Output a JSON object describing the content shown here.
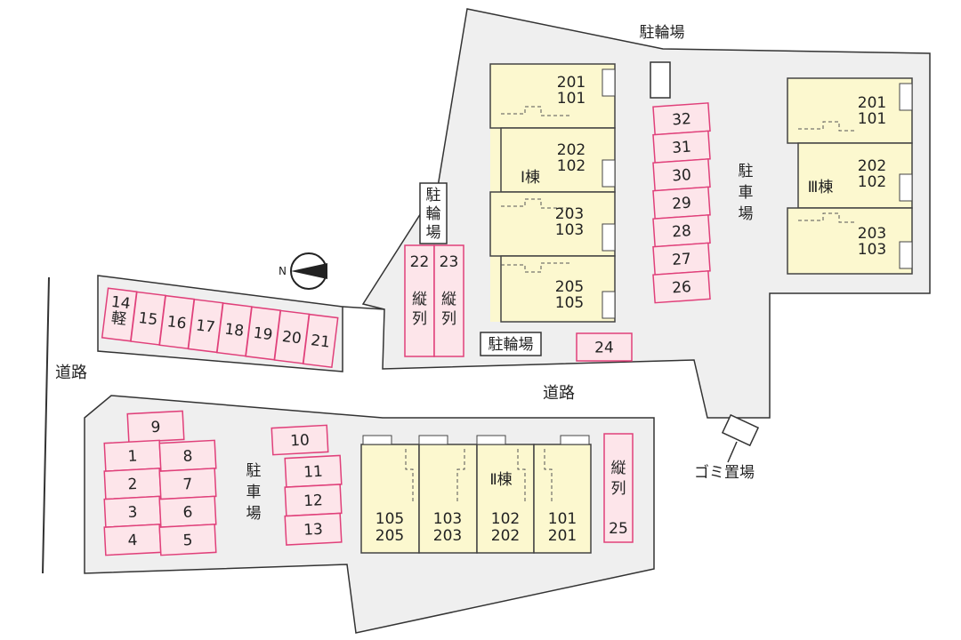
{
  "colors": {
    "background": "#ffffff",
    "lot": "#efefef",
    "lot_stroke": "#333333",
    "building": "#fcf8cf",
    "building_stroke": "#444444",
    "parking_fill": "#fde5ea",
    "parking_stroke": "#e0407a",
    "text": "#222222"
  },
  "compass": {
    "label": "N",
    "icon": "north-arrow-icon"
  },
  "roads": {
    "road_label_west": "道路",
    "road_label_center": "道路"
  },
  "buildings": {
    "building_1": {
      "name": "Ⅰ棟",
      "units": [
        [
          "201",
          "101"
        ],
        [
          "202",
          "102"
        ],
        [
          "203",
          "103"
        ],
        [
          "205",
          "105"
        ]
      ]
    },
    "building_2": {
      "name": "Ⅱ棟",
      "units": [
        [
          "105",
          "205"
        ],
        [
          "103",
          "203"
        ],
        [
          "102",
          "202"
        ],
        [
          "101",
          "201"
        ]
      ]
    },
    "building_3": {
      "name": "Ⅲ棟",
      "units": [
        [
          "201",
          "101"
        ],
        [
          "202",
          "102"
        ],
        [
          "203",
          "103"
        ]
      ]
    }
  },
  "labels": {
    "bicycle_north": "駐輪場",
    "bicycle_vertical": "駐輪場",
    "bicycle_center": "駐輪場",
    "parking_east": "駐車場",
    "parking_south": "駐車場",
    "garbage": "ゴミ置場"
  },
  "parking": {
    "row_north": [
      "14\n軽",
      "15",
      "16",
      "17",
      "18",
      "19",
      "20",
      "21"
    ],
    "tandem_22": "22",
    "tandem_23": "23",
    "tandem_note": "縦列",
    "column_east": [
      "32",
      "31",
      "30",
      "29",
      "28",
      "27",
      "26"
    ],
    "space_24": "24",
    "space_9": "9",
    "grid_left": [
      "1",
      "2",
      "3",
      "4"
    ],
    "grid_right": [
      "8",
      "7",
      "6",
      "5"
    ],
    "column_south": [
      "10",
      "11",
      "12",
      "13"
    ],
    "tandem_25": "25"
  }
}
